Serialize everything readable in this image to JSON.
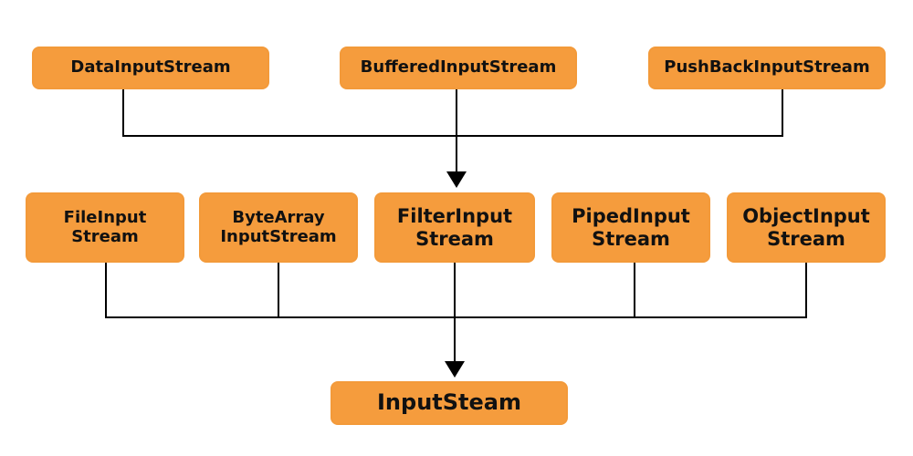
{
  "diagram": {
    "nodes": {
      "data_input_stream": "DataInputStream",
      "buffered_input_stream": "BufferedInputStream",
      "pushback_input_stream": "PushBackInputStream",
      "file_input_stream": "FileInput\nStream",
      "byte_array_input_stream": "ByteArray\nInputStream",
      "filter_input_stream": "FilterInput\nStream",
      "piped_input_stream": "PipedInput\nStream",
      "object_input_stream": "ObjectInput\nStream",
      "input_steam": "InputSteam"
    },
    "colors": {
      "node_fill": "#f59c3d",
      "connector": "#000000",
      "text": "#111111"
    }
  }
}
